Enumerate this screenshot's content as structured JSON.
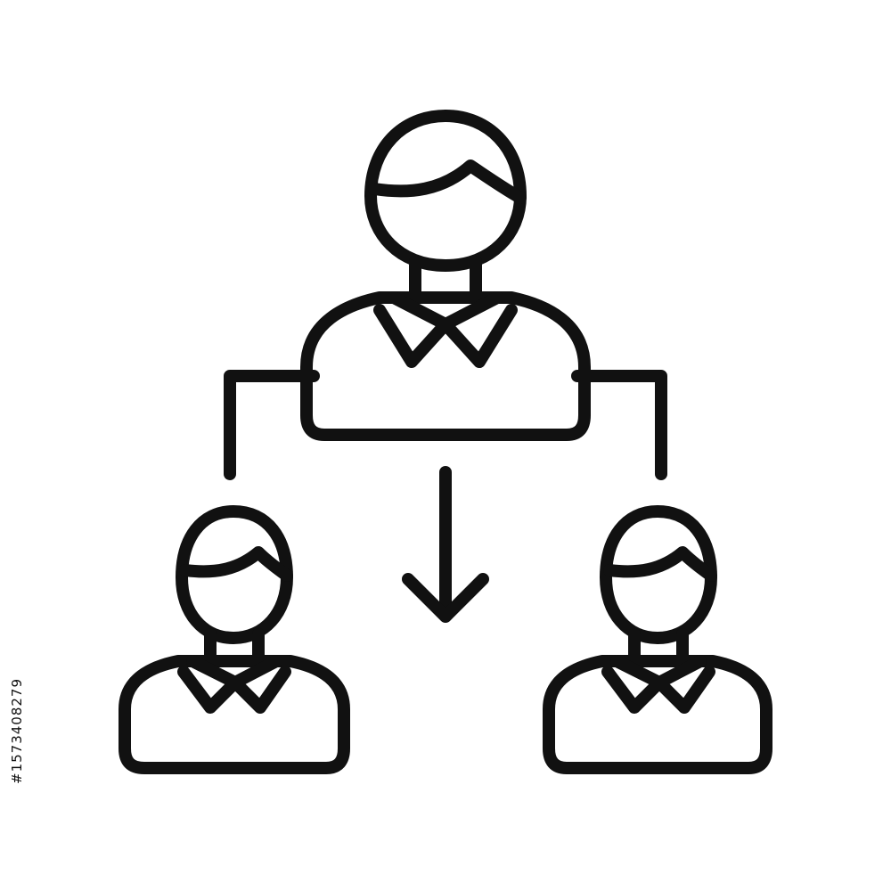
{
  "colors": {
    "stroke": "#111111",
    "background": "#ffffff",
    "watermark": "#000000"
  },
  "diagram": {
    "manager": {
      "icon": "person-icon"
    },
    "subordinates": [
      {
        "icon": "person-icon"
      },
      {
        "icon": "person-icon"
      }
    ],
    "connectors": [
      "left-branch",
      "right-branch"
    ],
    "arrow": {
      "icon": "arrow-down-icon"
    }
  },
  "watermark": {
    "stock_id": "#157340827­9"
  }
}
